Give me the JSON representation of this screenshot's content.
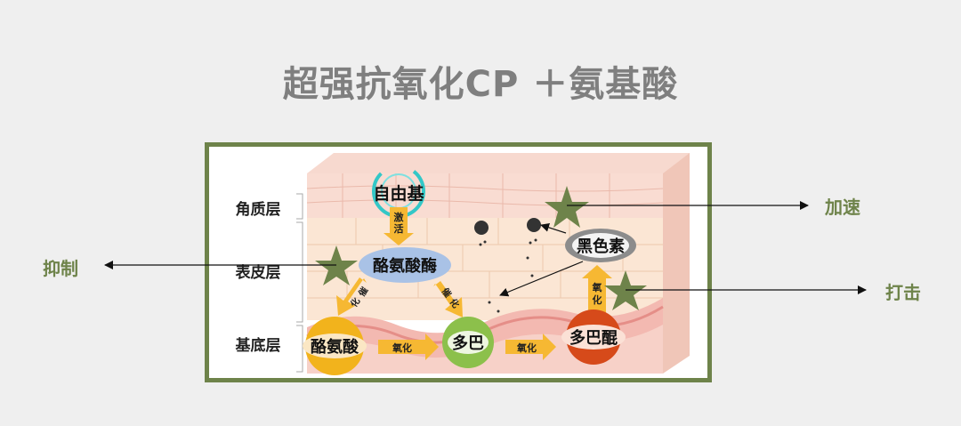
{
  "title": "超强抗氧化CP ＋氨基酸",
  "layers": {
    "stratum_corneum": "角质层",
    "epidermis": "表皮层",
    "basal": "基底层"
  },
  "nodes": {
    "free_radical": "自由基",
    "tyrosinase": "酪氨酸酶",
    "melanin": "黑色素",
    "tyrosine": "酪氨酸",
    "dopa": "多巴",
    "dopaquinone": "多巴醌"
  },
  "edge_labels": {
    "activate_1": "激",
    "activate_2": "活",
    "catalyze_1": "催",
    "catalyze_2": "化",
    "oxidize_1": "氧",
    "oxidize_2": "化",
    "oxidation": "氧化"
  },
  "side_labels": {
    "accelerate": "加速",
    "inhibit": "抑制",
    "strike": "打击"
  },
  "colors": {
    "frame": "#6e834a",
    "star": "#6e834a",
    "title": "#7f7f7f",
    "tyrosinase_node": "#a9c2e6",
    "melanin_node": "#8c8c8c",
    "tyrosine_node": "#f2b31c",
    "dopa_node": "#8cc04b",
    "dopaquinone_node": "#d64a1a",
    "process_arrow": "#f6b833",
    "free_radical_ring": "#33c7c7"
  }
}
